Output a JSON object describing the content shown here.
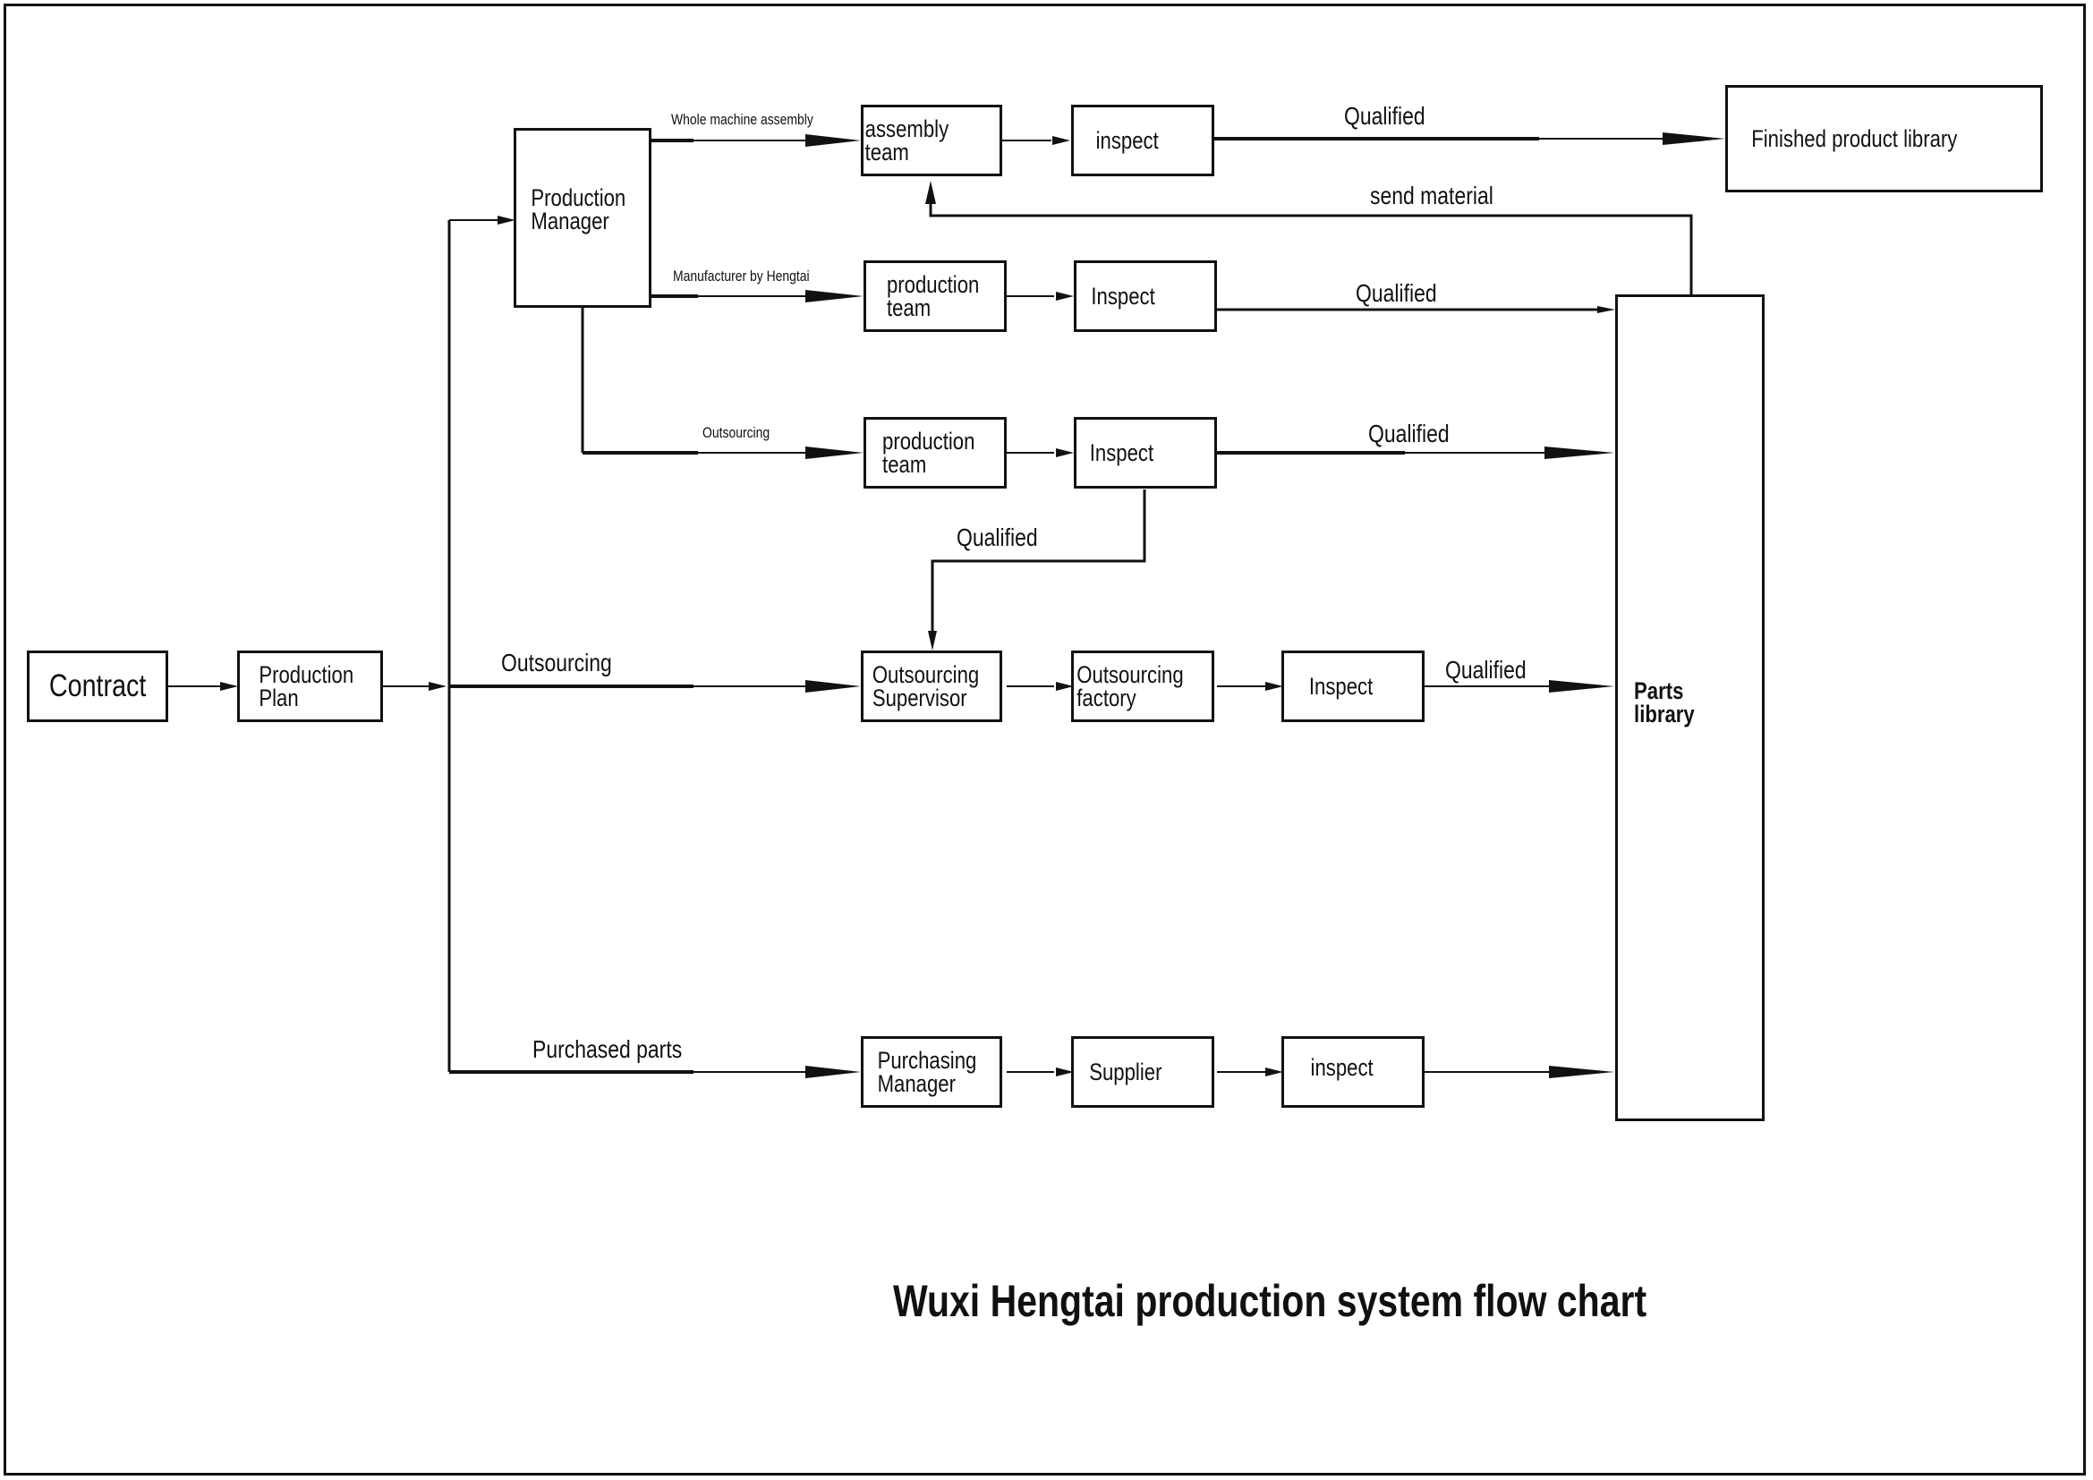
{
  "title": "Wuxi Hengtai production system flow chart",
  "nodes": {
    "contract": "Contract",
    "production_plan": "Production\nPlan",
    "production_manager": "Production\nManager",
    "assembly_team": "assembly team",
    "inspect_assembly": "inspect",
    "finished_product_library": "Finished product library",
    "production_team_1": "production\nteam",
    "inspect_production_1": "Inspect",
    "production_team_2": "production\nteam",
    "inspect_production_2": "Inspect",
    "outsourcing_supervisor": "Outsourcing\nSupervisor",
    "outsourcing_factory": "Outsourcing\nfactory",
    "inspect_outsourcing": "Inspect",
    "purchasing_manager": "Purchasing\nManager",
    "supplier": "Supplier",
    "inspect_purchase": "inspect",
    "parts_library": "Parts library"
  },
  "edge_labels": {
    "whole_machine_assembly": "Whole machine assembly",
    "manufacturer_by_hengtai": "Manufacturer by Hengtai",
    "outsourcing_small": "Outsourcing",
    "outsourcing_main": "Outsourcing",
    "purchased_parts": "Purchased parts",
    "qualified_assembly": "Qualified",
    "qualified_production_1": "Qualified",
    "qualified_production_2": "Qualified",
    "qualified_to_supervisor": "Qualified",
    "qualified_outsourcing": "Qualified",
    "send_material": "send material"
  },
  "colors": {
    "ink": "#111111",
    "background": "#ffffff"
  }
}
